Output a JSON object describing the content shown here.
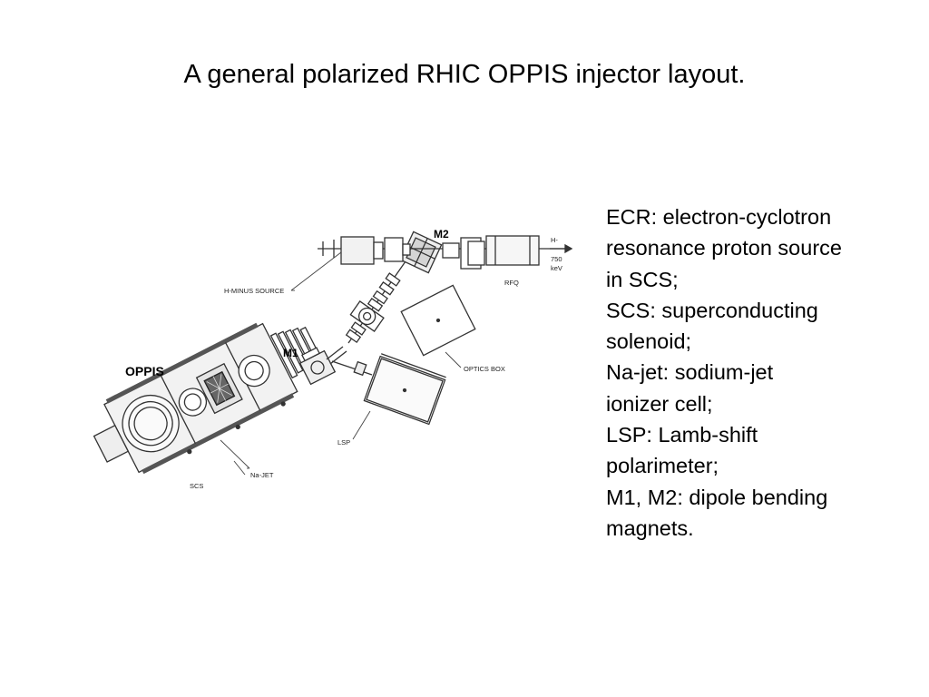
{
  "slide": {
    "title": "A general polarized RHIC OPPIS injector layout."
  },
  "legend": {
    "lines": [
      "ECR: electron-cyclotron",
      "resonance proton source",
      "in SCS;",
      "SCS: superconducting",
      "solenoid;",
      "Na-jet: sodium-jet",
      "ionizer cell;",
      "LSP: Lamb-shift",
      "polarimeter;",
      "M1, M2: dipole bending",
      "magnets."
    ]
  },
  "diagram": {
    "labels": {
      "oppis": "OPPIS",
      "m1": "M1",
      "m2": "M2",
      "h_minus_source": "H-MINUS SOURCE",
      "rfq": "RFQ",
      "beam_species": "H-",
      "beam_energy_value": "750",
      "beam_energy_unit": "keV",
      "optics_box": "OPTICS BOX",
      "lsp": "LSP",
      "scs": "SCS",
      "na_jet": "Na-JET"
    }
  }
}
